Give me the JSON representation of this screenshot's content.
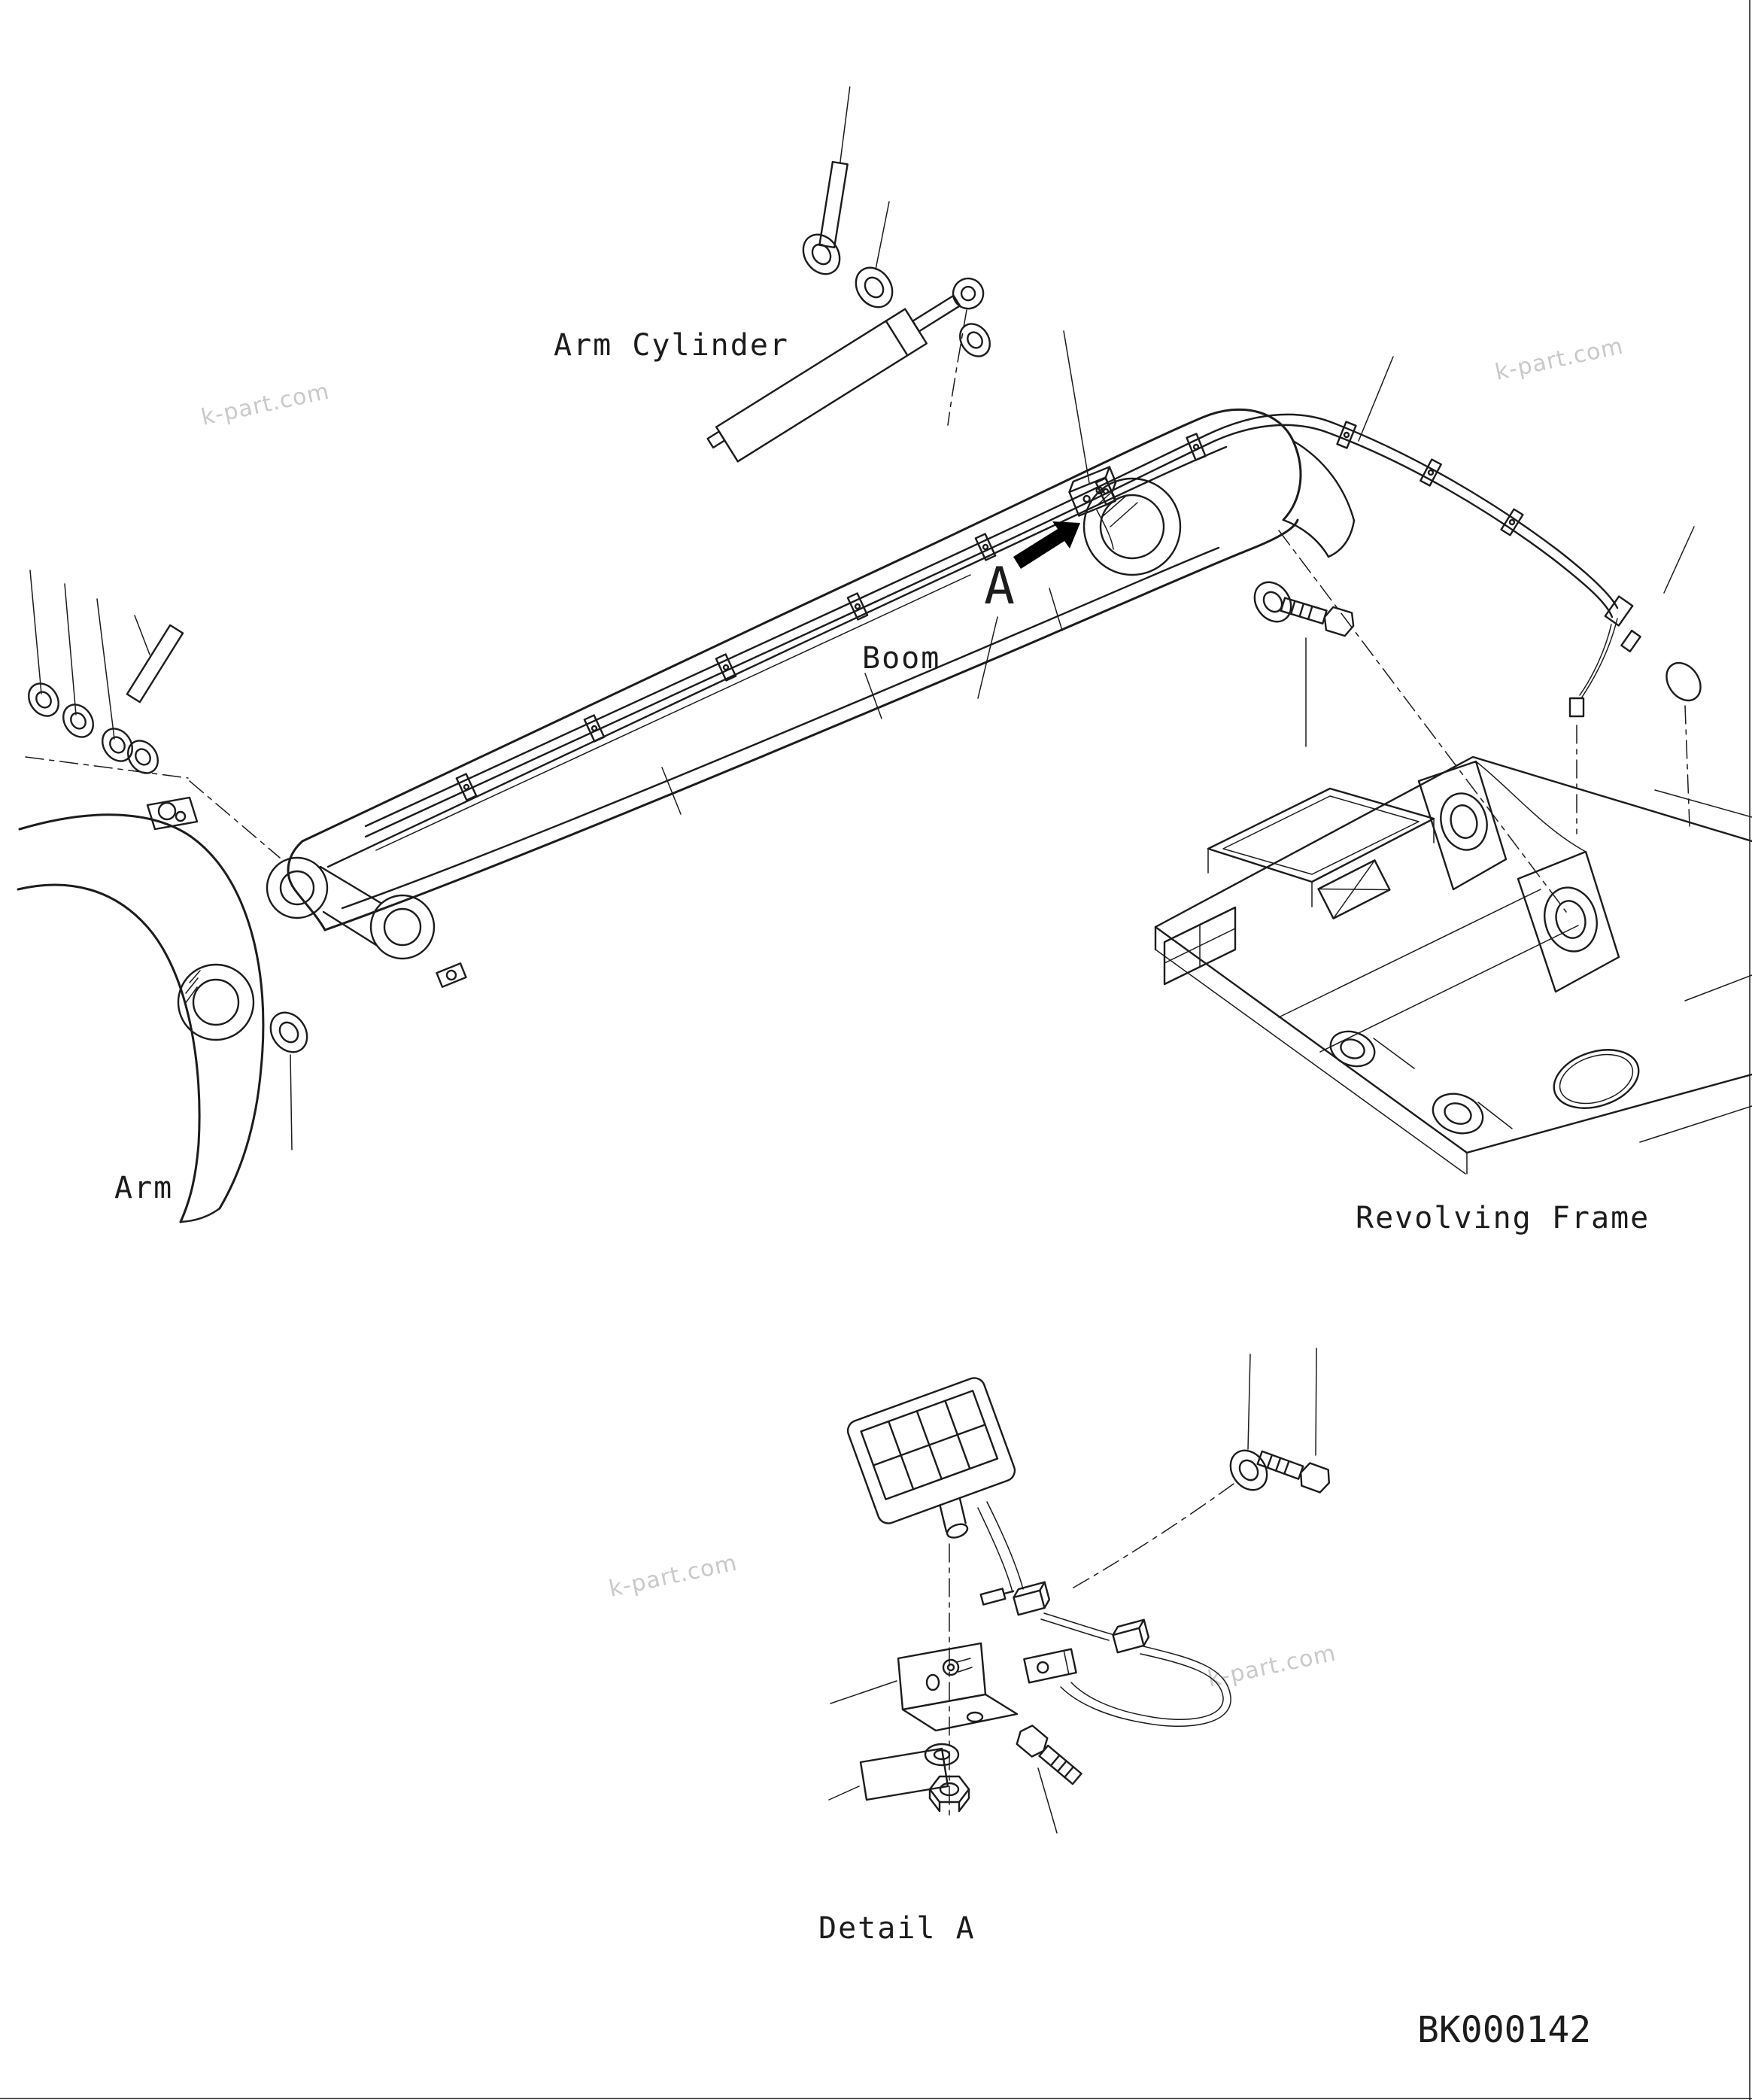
{
  "diagram": {
    "type": "excavator-parts-diagram",
    "drawing_number": "BK000142",
    "watermark": "k-part.com",
    "labels": {
      "arm_cylinder": "Arm Cylinder",
      "boom": "Boom",
      "arm": "Arm",
      "revolving_frame": "Revolving Frame",
      "detail": "Detail A",
      "view_marker": "A"
    },
    "colors": {
      "line": "#1c1c1c",
      "background": "#ffffff",
      "watermark": "#c9c9c9",
      "arrow_fill": "#000000"
    }
  }
}
